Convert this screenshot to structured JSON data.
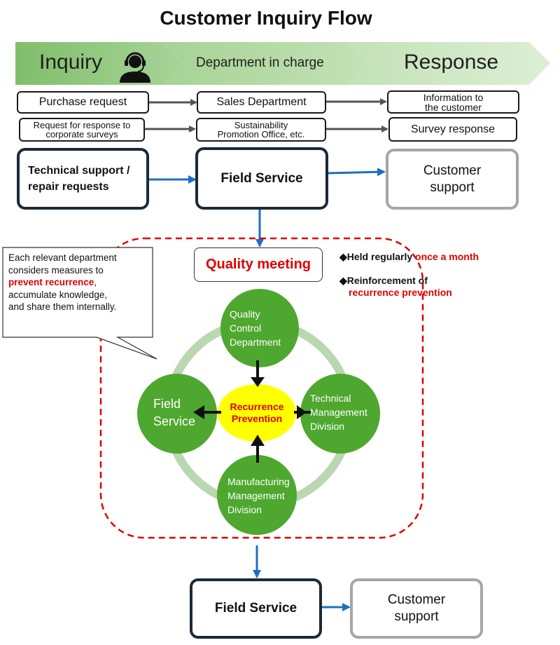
{
  "title": "Customer Inquiry Flow",
  "phases": {
    "inquiry": "Inquiry",
    "department": "Department in charge",
    "response": "Response"
  },
  "rows": [
    {
      "inquiry": "Purchase request",
      "department": "Sales Department",
      "response": [
        "Information to",
        "the customer"
      ]
    },
    {
      "inquiry": [
        "Request for response to",
        "corporate surveys"
      ],
      "department": [
        "Sustainability",
        "Promotion Office, etc."
      ],
      "response": "Survey response"
    }
  ],
  "tech_row": {
    "inquiry": [
      "Technical support /",
      "repair requests"
    ],
    "department": "Field Service",
    "response": [
      "Customer",
      "support"
    ]
  },
  "quality_meeting": "Quality meeting",
  "notes": {
    "held_prefix": "◆Held regularly ",
    "held_highlight": "once a month",
    "reinforce_line1": "◆Reinforcement of",
    "reinforce_highlight": "recurrence prevention"
  },
  "callout": {
    "line1": "Each relevant department",
    "line2": "considers measures to",
    "line3_highlight": "prevent recurrence",
    "line3_suffix": ",",
    "line4": "accumulate knowledge,",
    "line5": "and share them internally."
  },
  "cycle": {
    "top": [
      "Quality",
      "Control",
      "Department"
    ],
    "left": [
      "Field",
      "Service"
    ],
    "right": [
      "Technical",
      "Management",
      "Division"
    ],
    "bottom": [
      "Manufacturing",
      "Management",
      "Division"
    ],
    "center": [
      "Recurrence",
      "Prevention"
    ]
  },
  "bottom_row": {
    "department": "Field Service",
    "response": [
      "Customer",
      "support"
    ]
  },
  "colors": {
    "circle_green": "#4ea72e",
    "ring_green": "#b9d7b0",
    "center_yellow": "#ffff00",
    "arrow_blue": "#1f6fc0",
    "highlight_red": "#e00000"
  },
  "icons": {
    "inquiry_icon": "headset-operator-icon"
  }
}
